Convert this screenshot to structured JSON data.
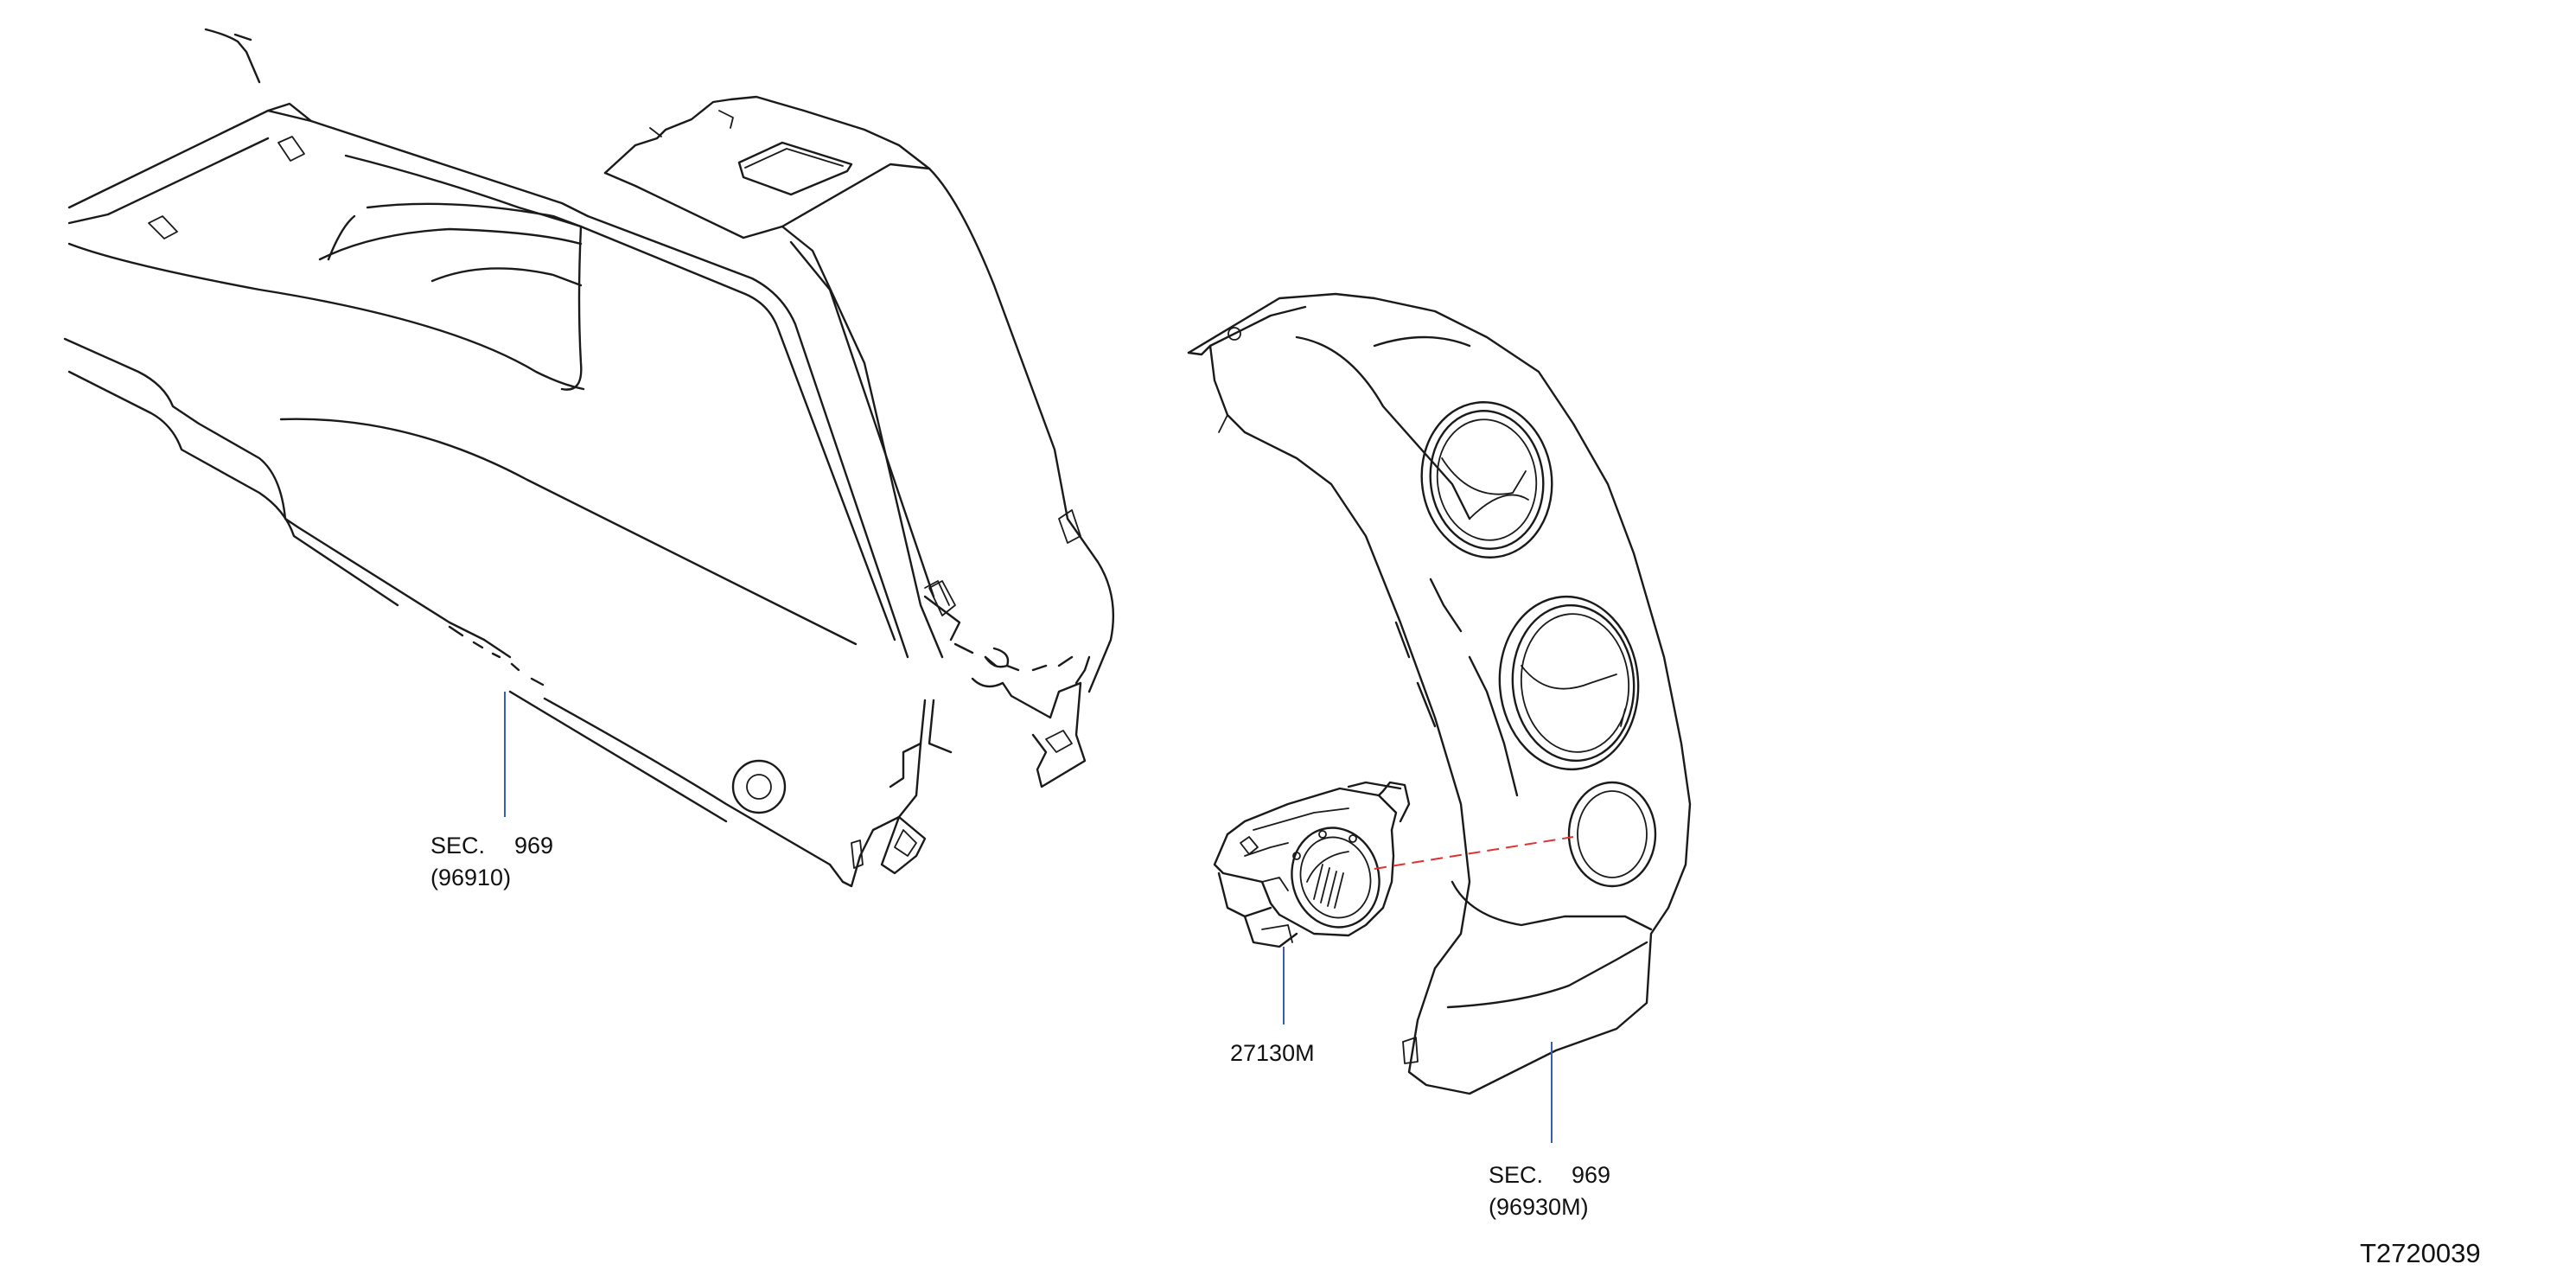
{
  "callouts": {
    "center_console": {
      "sec_prefix": "SEC.",
      "sec_number": "969",
      "part_code": "(96910)"
    },
    "side_panel": {
      "sec_prefix": "SEC.",
      "sec_number": "969",
      "part_code": "(96930M)"
    },
    "switch": {
      "part_number": "27130M"
    }
  },
  "diagram_id": "T2720039",
  "colors": {
    "line": "#1a1a1a",
    "leader": "#3a5fb0",
    "section_link": "#8a2be2",
    "part_link": "#1a1aff",
    "alignment_line": "#e03030"
  }
}
